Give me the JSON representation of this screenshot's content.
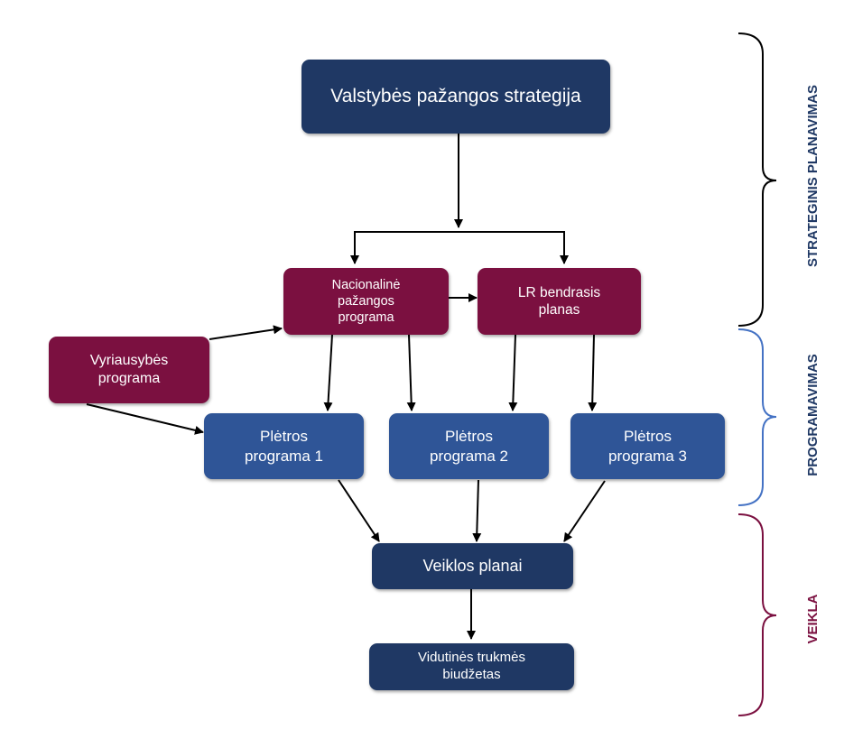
{
  "boxes": {
    "vps": "Valstybės pažangos strategija",
    "npp": "Nacionalinė\npažangos\nprograma",
    "lrbp": "LR bendrasis\nplanas",
    "vp": "Vyriausybės\nprograma",
    "pp1": "Plėtros\nprograma 1",
    "pp2": "Plėtros\nprograma 2",
    "pp3": "Plėtros\nprograma 3",
    "veik": "Veiklos planai",
    "vtb": "Vidutinės trukmės\nbiudžetas"
  },
  "side_labels": {
    "strateginis": "STRATEGINIS PLANAVIMAS",
    "programavimas": "PROGRAMAVIMAS",
    "veikla": "VEIKLA"
  },
  "colors": {
    "navy": "#1f3864",
    "blue": "#2f5597",
    "maroon": "#7b1040",
    "bracket_strateginis": "#000000",
    "bracket_programavimas": "#4472c4",
    "bracket_veikla": "#7b1040"
  }
}
